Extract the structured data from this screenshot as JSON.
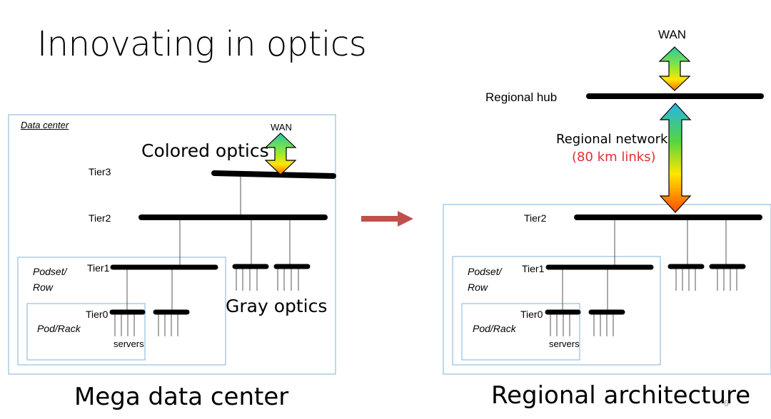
{
  "title": "Innovating in optics",
  "left": {
    "caption": "Mega data center",
    "data_center_label": "Data center",
    "wan": "WAN",
    "colored_optics": "Colored optics",
    "gray_optics": "Gray optics",
    "tier3": "Tier3",
    "tier2": "Tier2",
    "tier1": "Tier1",
    "tier0": "Tier0",
    "podset_row": [
      "Podset/",
      "Row"
    ],
    "pod_rack": "Pod/Rack",
    "servers": "servers"
  },
  "right": {
    "caption": "Regional architecture",
    "wan": "WAN",
    "regional_hub": "Regional hub",
    "regional_network": "Regional network",
    "regional_links": "(80 km links)",
    "tier2": "Tier2",
    "tier1": "Tier1",
    "tier0": "Tier0",
    "podset_row": [
      "Podset/",
      "Row"
    ],
    "pod_rack": "Pod/Rack",
    "servers": "servers"
  },
  "page_number": "6",
  "colors": {
    "arrow": "#c0504d",
    "box": "#7fb2d8",
    "links_text": "#e03030"
  }
}
